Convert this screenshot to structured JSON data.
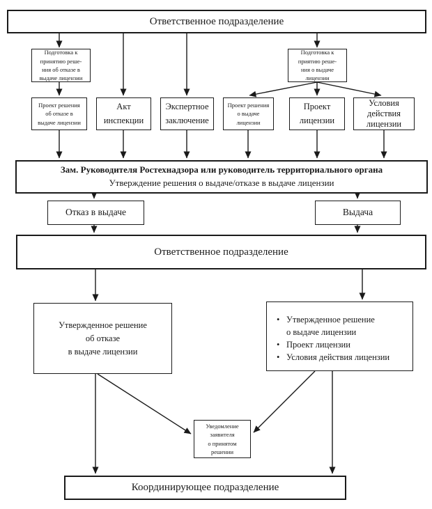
{
  "colors": {
    "border": "#1a1a1a",
    "background": "#ffffff",
    "text": "#1a1a1a"
  },
  "nodes": {
    "responsible_top": {
      "label": "Ответственное подразделение"
    },
    "prep_refusal": {
      "lines": [
        "Подготовка к",
        "принятию реше-",
        "ния об отказе в",
        "выдаче лицензии"
      ]
    },
    "prep_issue": {
      "lines": [
        "Подготовка к",
        "приятию реше-",
        "ния о выдаче",
        "лицензии"
      ]
    },
    "draft_refusal": {
      "lines": [
        "Проект решения",
        "об отказе в",
        "выдаче лицензии"
      ]
    },
    "inspection_act": {
      "lines": [
        "Акт",
        "инспекции"
      ]
    },
    "expert_opinion": {
      "lines": [
        "Экспертное",
        "заключение"
      ]
    },
    "draft_issue": {
      "lines": [
        "Проект решения",
        "о выдаче",
        "лицензии"
      ]
    },
    "license_draft": {
      "lines": [
        "Проект",
        "лицензии"
      ]
    },
    "license_terms": {
      "lines": [
        "Условия",
        "действия",
        "лицензии"
      ]
    },
    "approver": {
      "title": "Зам. Руководителя Ростехнадзора или руководитель территориального органа",
      "subtitle": "Утверждение  решения о выдаче/отказе в выдаче лицензии"
    },
    "refusal": {
      "label": "Отказ в выдаче"
    },
    "issue": {
      "label": "Выдача"
    },
    "responsible_mid": {
      "label": "Ответственное подразделение"
    },
    "approved_refusal": {
      "lines": [
        "Утвержденное решение",
        "об отказе",
        "в выдаче лицензии"
      ]
    },
    "approved_issue": {
      "bullet": "•",
      "bullets": [
        [
          "Утвержденное решение",
          "о выдаче лицензии"
        ],
        [
          "Проект лицензии"
        ],
        [
          "Условия действия лицензии"
        ]
      ]
    },
    "notification": {
      "lines": [
        "Уведомление",
        "заявителя",
        "о принятом",
        "решении"
      ]
    },
    "coordinating": {
      "label": "Координирующее подразделение"
    }
  }
}
